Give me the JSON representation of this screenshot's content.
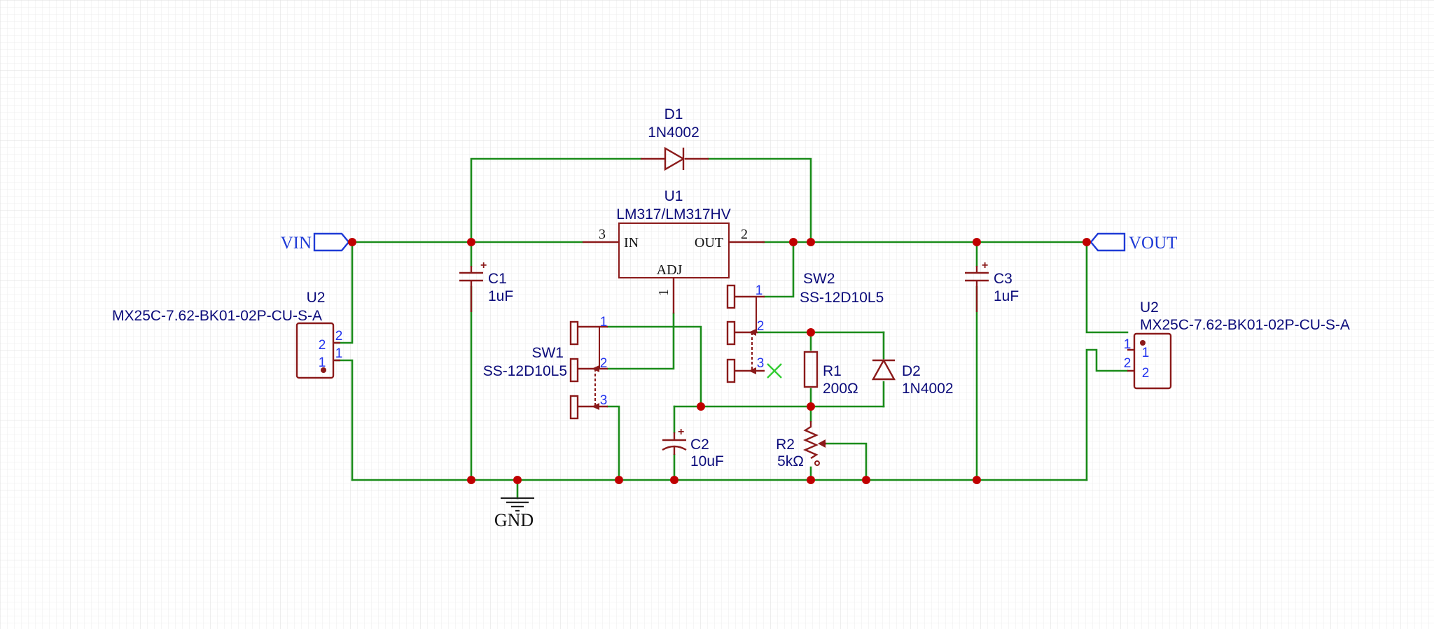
{
  "colors": {
    "wire": "#1a8c1a",
    "component": "#8b1a1a",
    "junction": "#c00000",
    "designator": "#0b0b7a",
    "pin_number": "#2233ee",
    "port": "#1f3bd6",
    "no_connect": "#33cc33",
    "grid": "#e6e6e6"
  },
  "ports": {
    "vin": "VIN",
    "vout": "VOUT",
    "gnd": "GND"
  },
  "components": {
    "d1": {
      "ref": "D1",
      "value": "1N4002"
    },
    "u1": {
      "ref": "U1",
      "value": "LM317/LM317HV",
      "pin_in_name": "IN",
      "pin_out_name": "OUT",
      "pin_adj_name": "ADJ",
      "pin_in_num": "3",
      "pin_out_num": "2",
      "pin_adj_num": "1"
    },
    "c1": {
      "ref": "C1",
      "value": "1uF",
      "polarity": "+"
    },
    "c2": {
      "ref": "C2",
      "value": "10uF",
      "polarity": "+"
    },
    "c3": {
      "ref": "C3",
      "value": "1uF",
      "polarity": "+"
    },
    "sw1": {
      "ref": "SW1",
      "value": "SS-12D10L5",
      "pins": [
        "1",
        "2",
        "3"
      ]
    },
    "sw2": {
      "ref": "SW2",
      "value": "SS-12D10L5",
      "pins": [
        "1",
        "2",
        "3"
      ]
    },
    "r1": {
      "ref": "R1",
      "value": "200Ω"
    },
    "r2": {
      "ref": "R2",
      "value": "5kΩ"
    },
    "d2": {
      "ref": "D2",
      "value": "1N4002"
    },
    "u2_left": {
      "ref": "U2",
      "value": "MX25C-7.62-BK01-02P-CU-S-A",
      "pin_top": "2",
      "pin_bottom": "1",
      "outer_top": "2",
      "outer_bottom": "1"
    },
    "u2_right": {
      "ref": "U2",
      "value": "MX25C-7.62-BK01-02P-CU-S-A",
      "pin_top": "1",
      "pin_bottom": "2",
      "outer_top": "1",
      "outer_bottom": "2"
    }
  }
}
